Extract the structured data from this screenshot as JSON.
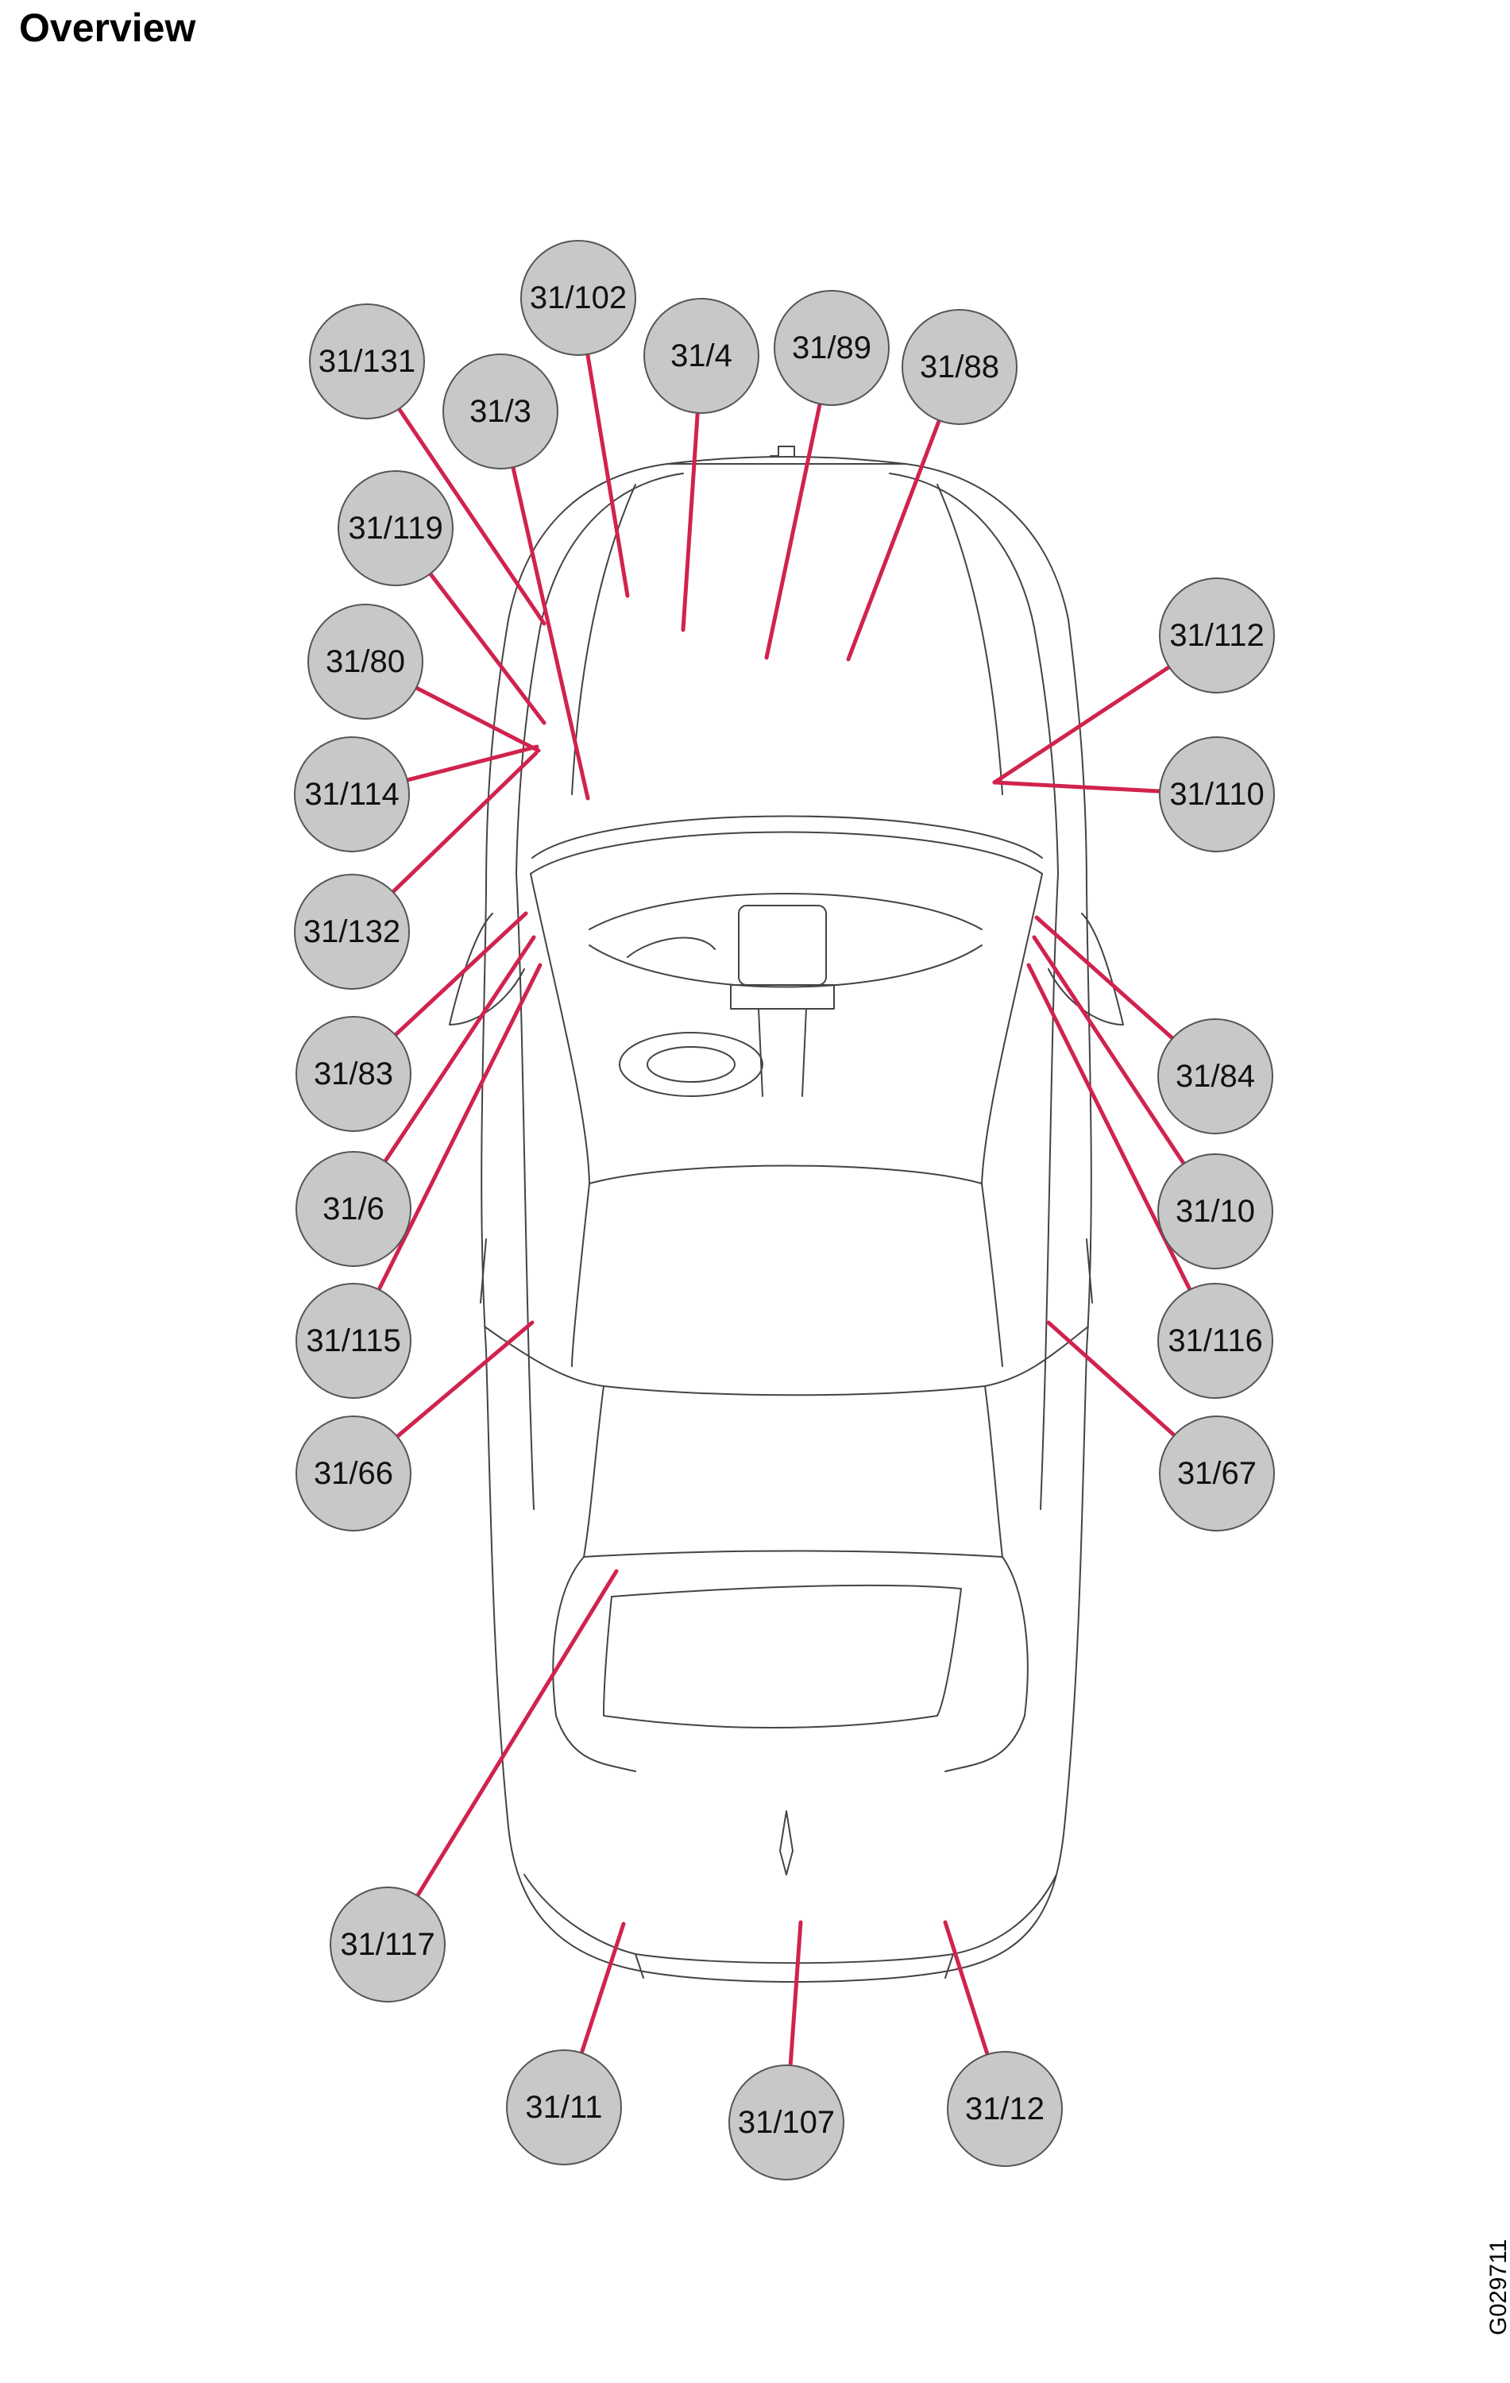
{
  "title": "Overview",
  "figure_id": "G029711",
  "colors": {
    "leader_line": "#d0234d",
    "badge_fill": "#c8c8c8",
    "badge_stroke": "#555555",
    "car_outline": "#444444"
  },
  "callouts": [
    {
      "label": "31/131"
    },
    {
      "label": "31/3"
    },
    {
      "label": "31/102"
    },
    {
      "label": "31/4"
    },
    {
      "label": "31/89"
    },
    {
      "label": "31/88"
    },
    {
      "label": "31/119"
    },
    {
      "label": "31/80"
    },
    {
      "label": "31/114"
    },
    {
      "label": "31/132"
    },
    {
      "label": "31/83"
    },
    {
      "label": "31/6"
    },
    {
      "label": "31/115"
    },
    {
      "label": "31/66"
    },
    {
      "label": "31/117"
    },
    {
      "label": "31/11"
    },
    {
      "label": "31/107"
    },
    {
      "label": "31/12"
    },
    {
      "label": "31/112"
    },
    {
      "label": "31/110"
    },
    {
      "label": "31/84"
    },
    {
      "label": "31/10"
    },
    {
      "label": "31/116"
    },
    {
      "label": "31/67"
    }
  ]
}
